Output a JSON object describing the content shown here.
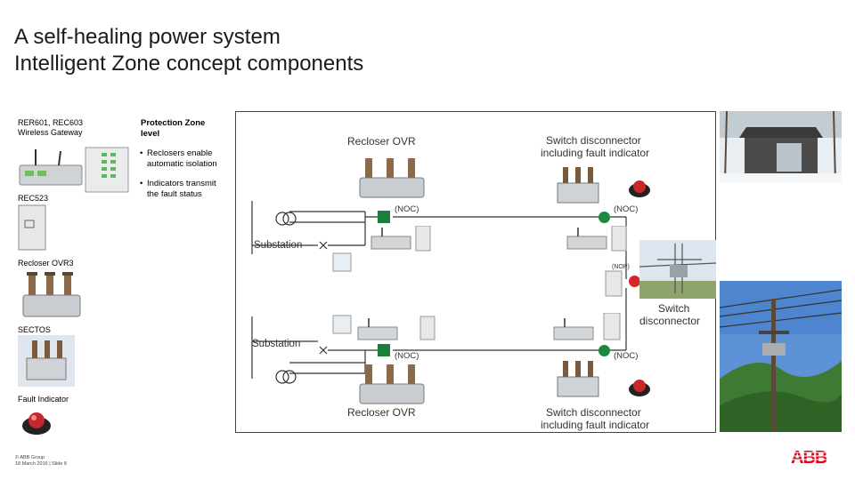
{
  "title": {
    "line1": "A self-healing power system",
    "line2": "Intelligent Zone concept components"
  },
  "components": [
    {
      "label_l1": "RER601, REC603",
      "label_l2": "Wireless Gateway"
    },
    {
      "label": "REC523"
    },
    {
      "label": "Recloser OVR3"
    },
    {
      "label": "SECTOS"
    },
    {
      "label": "Fault Indicator"
    }
  ],
  "zone": {
    "heading_l1": "Protection Zone",
    "heading_l2": "level",
    "bullets": [
      {
        "l1": "Reclosers enable",
        "l2": "automatic isolation"
      },
      {
        "l1": "Indicators transmit",
        "l2": "the fault status"
      }
    ]
  },
  "diagram": {
    "recloser_top": "Recloser OVR",
    "switch_top_l1": "Switch disconnector",
    "switch_top_l2": "including fault indicator",
    "noc1": "(NOC)",
    "noc2": "(NOC)",
    "noc3": "(NOC)",
    "noc4": "(NOC)",
    "nop": "(NOP)",
    "substation1": "Substation",
    "substation2": "Substation",
    "switch_mid_l1": "Switch",
    "switch_mid_l2": "disconnector",
    "recloser_bottom": "Recloser OVR",
    "switch_bottom_l1": "Switch disconnector",
    "switch_bottom_l2": "including fault indicator",
    "colors": {
      "closed": "#1b8a3a",
      "open": "#d7262b"
    }
  },
  "footer": {
    "line1": "© ABB Group",
    "line2": "18 March 2016 | Slide 8"
  },
  "logo": {
    "text": "ABB",
    "color": "#e2001a"
  }
}
